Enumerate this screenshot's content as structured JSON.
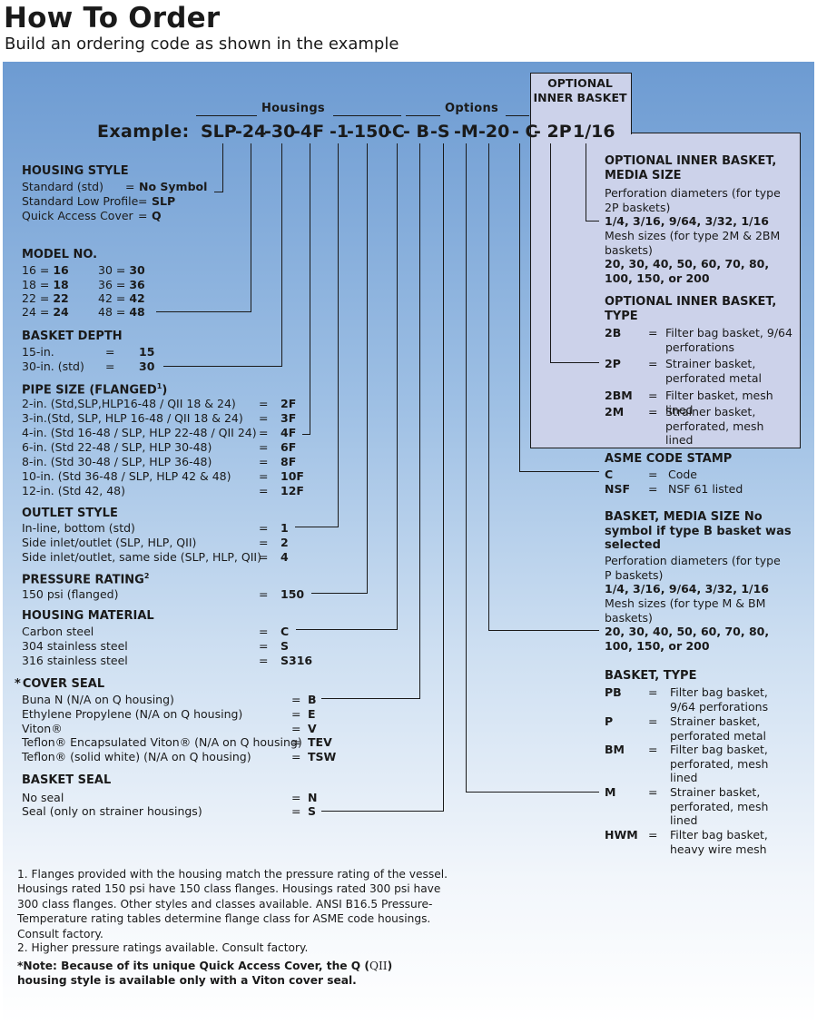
{
  "title": "How To Order",
  "subtitle": "Build an ordering code as shown in the example",
  "group_labels": {
    "housings": "Housings",
    "options": "Options"
  },
  "optional_inner_basket_tab": "OPTIONAL INNER BASKET",
  "example": {
    "label": "Example:",
    "segments": [
      "SLP",
      "-24",
      "-30",
      "-4F",
      "-1",
      "-150",
      "-C",
      "- B",
      "-S",
      "-M",
      "-20",
      "- C",
      "- 2P",
      "1/16"
    ]
  },
  "housing_style": {
    "title": "HOUSING STYLE",
    "rows": [
      {
        "label": "Standard (std)",
        "eq": "=",
        "code": "No Symbol"
      },
      {
        "label": "Standard Low Profile",
        "eq": "=",
        "code": "SLP"
      },
      {
        "label": "Quick Access Cover",
        "eq": "=",
        "code": "Q"
      }
    ]
  },
  "model_no": {
    "title": "MODEL NO.",
    "rows": [
      {
        "a": "16 = ",
        "ab": "16",
        "b": "30 = ",
        "bb": "30"
      },
      {
        "a": "18 = ",
        "ab": "18",
        "b": "36 = ",
        "bb": "36"
      },
      {
        "a": "22 = ",
        "ab": "22",
        "b": "42 = ",
        "bb": "42"
      },
      {
        "a": "24 = ",
        "ab": "24",
        "b": "48 = ",
        "bb": "48"
      }
    ]
  },
  "basket_depth": {
    "title": "BASKET DEPTH",
    "rows": [
      {
        "label": "15-in.",
        "eq": "=",
        "code": "15"
      },
      {
        "label": "30-in. (std)",
        "eq": "=",
        "code": "30"
      }
    ]
  },
  "pipe_size": {
    "title": "PIPE SIZE (FLANGED",
    "sup": "1",
    "title_end": ")",
    "rows": [
      {
        "label": "2-in. (Std,SLP,HLP16-48 / QII 18 & 24)",
        "eq": "=",
        "code": "2F"
      },
      {
        "label": "3-in.(Std, SLP, HLP 16-48 / QII 18 & 24)",
        "eq": "=",
        "code": "3F"
      },
      {
        "label": "4-in. (Std 16-48 / SLP, HLP 22-48 / QII 24)",
        "eq": "=",
        "code": "4F"
      },
      {
        "label": "6-in. (Std 22-48 / SLP, HLP 30-48)",
        "eq": "=",
        "code": "6F"
      },
      {
        "label": "8-in. (Std 30-48 / SLP, HLP 36-48)",
        "eq": "=",
        "code": "8F"
      },
      {
        "label": "10-in. (Std 36-48 / SLP, HLP 42 & 48)",
        "eq": "=",
        "code": "10F"
      },
      {
        "label": "12-in. (Std 42, 48)",
        "eq": "=",
        "code": "12F"
      }
    ]
  },
  "outlet_style": {
    "title": "OUTLET STYLE",
    "rows": [
      {
        "label": "In-line, bottom (std)",
        "eq": "=",
        "code": "1"
      },
      {
        "label": "Side inlet/outlet (SLP, HLP, QII)",
        "eq": "=",
        "code": "2"
      },
      {
        "label": "Side inlet/outlet, same side (SLP, HLP, QII)",
        "eq": "=",
        "code": "4"
      }
    ]
  },
  "pressure_rating": {
    "title": "PRESSURE RATING",
    "sup": "2",
    "rows": [
      {
        "label": "150 psi (flanged)",
        "eq": "=",
        "code": "150"
      }
    ]
  },
  "housing_material": {
    "title": "HOUSING MATERIAL",
    "rows": [
      {
        "label": "Carbon steel",
        "eq": "=",
        "code": "C"
      },
      {
        "label": "304 stainless steel",
        "eq": "=",
        "code": "S"
      },
      {
        "label": "316 stainless steel",
        "eq": "=",
        "code": "S316"
      }
    ]
  },
  "cover_seal": {
    "star": "*",
    "title": "COVER SEAL",
    "rows": [
      {
        "label": "Buna N (N/A on Q housing)",
        "eq": "=",
        "code": "B"
      },
      {
        "label": "Ethylene Propylene (N/A on Q housing)",
        "eq": "=",
        "code": "E"
      },
      {
        "label": "Viton®",
        "eq": "=",
        "code": "V"
      },
      {
        "label": "Teflon® Encapsulated Viton® (N/A on Q housing)",
        "eq": "=",
        "code": "TEV"
      },
      {
        "label": "Teflon® (solid white) (N/A on Q housing)",
        "eq": "=",
        "code": "TSW"
      }
    ]
  },
  "basket_seal": {
    "title": "BASKET SEAL",
    "rows": [
      {
        "label": "No seal",
        "eq": "=",
        "code": "N"
      },
      {
        "label": "Seal (only on strainer housings)",
        "eq": "=",
        "code": "S"
      }
    ]
  },
  "inner_media": {
    "title": "OPTIONAL INNER BASKET, MEDIA SIZE",
    "perf_label": "Perforation diameters (for type 2P baskets)",
    "perf_values": "1/4, 3/16, 9/64, 3/32, 1/16",
    "mesh_label": "Mesh sizes (for type 2M & 2BM baskets)",
    "mesh_values": "20, 30, 40, 50, 60, 70, 80, 100, 150, or 200"
  },
  "inner_type": {
    "title": "OPTIONAL INNER BASKET, TYPE",
    "rows": [
      {
        "code": "2B",
        "eq": "=",
        "desc": "Filter bag basket, 9/64 perforations"
      },
      {
        "code": "2P",
        "eq": "=",
        "desc": "Strainer basket, perforated metal"
      },
      {
        "code": "2BM",
        "eq": "=",
        "desc": "Filter basket, mesh lined"
      },
      {
        "code": "2M",
        "eq": "=",
        "desc": "Strainer basket, perforated, mesh lined"
      }
    ]
  },
  "asme": {
    "title": "ASME CODE STAMP",
    "rows": [
      {
        "code": "C",
        "eq": "=",
        "desc": "Code"
      },
      {
        "code": "NSF",
        "eq": "=",
        "desc": "NSF 61 listed"
      }
    ]
  },
  "basket_media": {
    "title": "BASKET, MEDIA SIZE No symbol if type B basket was selected",
    "perf_label": "Perforation diameters (for type P baskets)",
    "perf_values": "1/4, 3/16, 9/64, 3/32, 1/16",
    "mesh_label": "Mesh sizes (for type M & BM baskets)",
    "mesh_values": "20, 30, 40, 50, 60, 70, 80, 100, 150, or 200"
  },
  "basket_type": {
    "title": "BASKET, TYPE",
    "rows": [
      {
        "code": "PB",
        "eq": "=",
        "desc": "Filter bag  basket, 9/64 perforations"
      },
      {
        "code": "P",
        "eq": "=",
        "desc": "Strainer basket, perforated metal"
      },
      {
        "code": "BM",
        "eq": "=",
        "desc": "Filter bag basket, perforated, mesh lined"
      },
      {
        "code": "M",
        "eq": "=",
        "desc": "Strainer basket, perforated, mesh lined"
      },
      {
        "code": "HWM",
        "eq": "=",
        "desc": "Filter bag basket, heavy wire mesh"
      }
    ]
  },
  "notes": {
    "n1": "1.  Flanges provided with the housing match the pressure rating of the vessel. Housings rated 150 psi have 150 class flanges.  Housings rated 300 psi have 300 class flanges. Other styles and classes available. ANSI B16.5 Pressure-Temperature rating tables determine flange class for ASME code housings. Consult factory.",
    "n2": "2.  Higher pressure ratings available. Consult factory.",
    "star_note_a": "*Note: Because of its unique Quick Access Cover, the Q (",
    "star_note_q": "QII",
    "star_note_b": ")",
    "star_note_c": "housing style is available only with a Viton cover seal."
  }
}
